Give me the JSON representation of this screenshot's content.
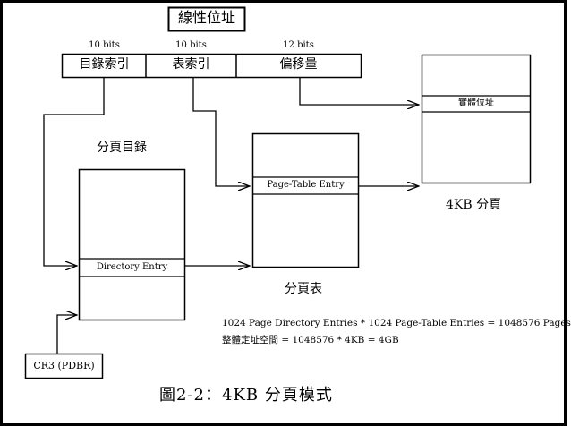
{
  "linear_address": {
    "title": "線性位址",
    "fields": [
      {
        "bits": "10 bits",
        "label": "目錄索引"
      },
      {
        "bits": "10 bits",
        "label": "表索引"
      },
      {
        "bits": "12 bits",
        "label": "偏移量"
      }
    ]
  },
  "page_directory": {
    "title": "分頁目錄",
    "entry": "Directory Entry"
  },
  "page_table": {
    "title": "分頁表",
    "entry": "Page-Table Entry"
  },
  "page": {
    "title": "4KB 分頁",
    "entry": "實體位址"
  },
  "cr3": {
    "label": "CR3 (PDBR)"
  },
  "notes": {
    "line1": "1024 Page Directory Entries * 1024 Page-Table Entries = 1048576 Pages",
    "line2": "整體定址空間 = 1048576 * 4KB = 4GB"
  },
  "caption": "圖2-2：4KB 分頁模式",
  "colors": {
    "frame": "#000000",
    "background": "#ffffff"
  }
}
